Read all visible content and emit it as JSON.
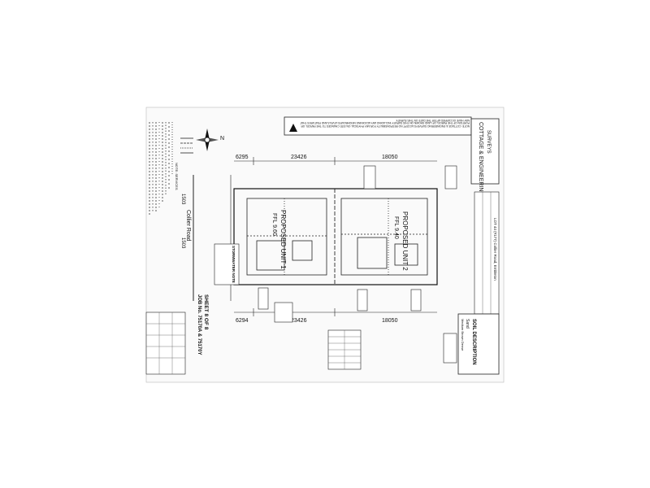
{
  "north_label": "N",
  "road_name": "Collier Road",
  "company": {
    "name_line1": "COTTAGE & ENGINEERING",
    "name_line2": "SURVEYS"
  },
  "notes": {
    "top_note": "NOTE: COTTAGE & ENGINEERING SURVEYS ACCEPT NO RESPONSIBILITY FOR ANY PHYSICAL ON-SITE CHANGES TO THE PARCEL OR PORTION OF THE PARCEL OF LAND SHOWN ON THIS SURVEY INCLUDING ANY ADJOINING NEIGHBOURS LEVELS AND FEATURES THAT MAY HAVE OCCURRED AFTER THE DATE ON THIS SURVEY.",
    "left_note": "NOTE: SERVICES",
    "stormwater_title": "STORMWATER NOTE"
  },
  "dimensions": {
    "top_left": "6295",
    "top_mid": "23426",
    "top_right": "18050",
    "bottom_left": "6294",
    "bottom_mid": "23426",
    "bottom_right": "18050",
    "side_left_1": "1503",
    "side_left_2": "1503"
  },
  "units": {
    "unit1_label": "PROPOSED UNIT 1",
    "unit1_ffl": "FFL 9.60",
    "unit2_label": "PROPOSED UNIT 2",
    "unit2_ffl": "FFL 9.40"
  },
  "title_block": {
    "sheet": "SHEET 8 OF 8",
    "job": "JOB No. 75170A & 75170Y",
    "address": "LOT 44 (#177) Collier Road, Embleton"
  },
  "soil": {
    "title": "SOIL DESCRIPTION",
    "line1": "Sand",
    "line2": "Medium Brown Dense"
  }
}
